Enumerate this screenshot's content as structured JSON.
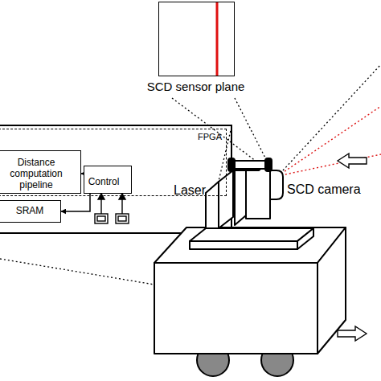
{
  "diagram": {
    "nodes": [
      {
        "text": [
          "FPGA"
        ]
      },
      {
        "text": [
          "Distance computation pipeline"
        ],
        "in": 0
      },
      {
        "text": [
          "Control"
        ],
        "in": 0
      },
      {
        "text": [
          "SRAM"
        ]
      },
      {
        "text": [
          "SCD sensor plane"
        ]
      }
    ],
    "edges": [
      {
        "from": 2,
        "to": 1,
        "arrow": "to"
      },
      {
        "from": 2,
        "to": 3,
        "arrow": "to"
      }
    ],
    "labels": [
      "Laser",
      "SCD camera"
    ]
  }
}
